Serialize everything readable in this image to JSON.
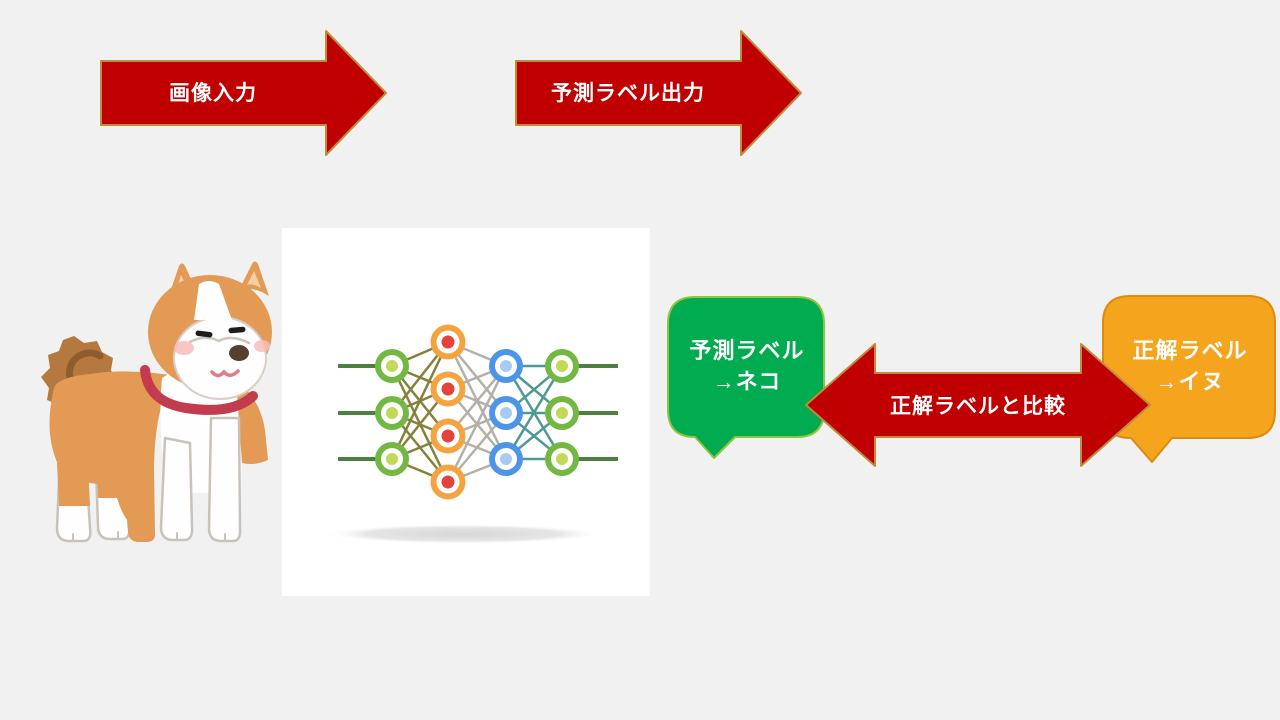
{
  "slide": {
    "background_color": "#F1F1F2",
    "description": "Neural network training flow: image input, predicted label output, comparison with correct label"
  },
  "arrows": {
    "image_input": {
      "label": "画像入力",
      "fill": "#C00000",
      "border": "#BF8C3A",
      "text_color": "#FFFFFF"
    },
    "label_output": {
      "label": "予測ラベル出力",
      "fill": "#C00000",
      "border": "#BF8C3A",
      "text_color": "#FFFFFF"
    },
    "compare": {
      "label": "正解ラベルと比較",
      "fill": "#C00000",
      "border": "#BF8C3A",
      "text_color": "#FFFFFF"
    }
  },
  "bubbles": {
    "predicted": {
      "line1": "予測ラベル",
      "line2": "→ネコ",
      "fill": "#00AC4F",
      "border": "#8CC63E",
      "text_color": "#FFFFFF"
    },
    "correct": {
      "line1": "正解ラベル",
      "line2": "→イヌ",
      "fill": "#F5A41E",
      "border": "#DE8A10",
      "text_color": "#FFFFFF"
    }
  },
  "illustrations": {
    "dog": {
      "name": "shiba-inu-dog-illustration",
      "colors": {
        "fur": "#E29A55",
        "tail": "#B5793F",
        "white": "#FEFEFE",
        "collar": "#C23B4F",
        "inner_ear": "#F8CFA4",
        "blush": "#F6BDB8"
      }
    },
    "neural_network": {
      "name": "neural-network-diagram",
      "panel_background": "#FFFFFF",
      "layers": [
        3,
        4,
        3,
        3
      ],
      "node_ring_colors": [
        "#72B843",
        "#F4A43F",
        "#4D95E8",
        "#72B843"
      ],
      "node_core_colors": [
        "#C3D856",
        "#E2443B",
        "#A9CBF2",
        "#C3D856"
      ],
      "connection_colors": [
        "#85813B",
        "#B3AFA9",
        "#4F9992"
      ],
      "io_line_color": "#4C8040"
    }
  }
}
